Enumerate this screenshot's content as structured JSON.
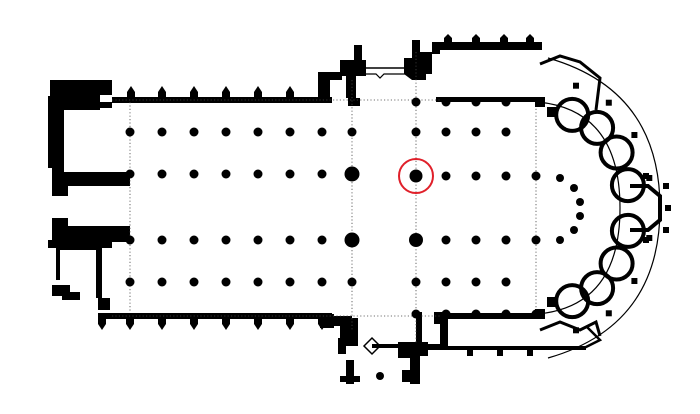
{
  "colors": {
    "background": "#ffffff",
    "ink": "#000000",
    "marker": "#e0202a"
  },
  "plan": {
    "kind": "cathedral-floor-plan",
    "features": [
      "west-towers",
      "nave-with-double-aisles",
      "transept",
      "choir",
      "ambulatory",
      "radiating-chapels"
    ]
  },
  "highlight": {
    "icon": "red-circle",
    "target": "crossing-pier"
  }
}
